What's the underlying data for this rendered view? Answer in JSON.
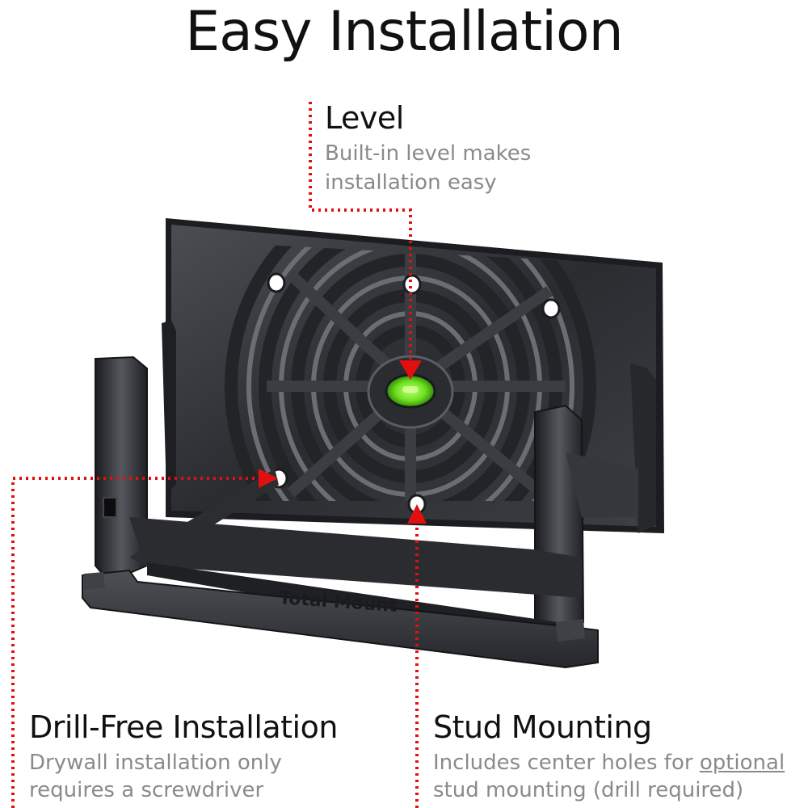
{
  "title": "Easy Installation",
  "callouts": {
    "level": {
      "title": "Level",
      "desc_line1": "Built-in level makes",
      "desc_line2": "installation easy"
    },
    "drill_free": {
      "title": "Drill-Free Installation",
      "desc_line1": "Drywall installation only",
      "desc_line2": "requires a screwdriver"
    },
    "stud": {
      "title": "Stud Mounting",
      "desc_line1_prefix": "Includes center holes for ",
      "desc_line1_underlined": "optional",
      "desc_line2": "stud mounting (drill required)"
    }
  },
  "product": {
    "brand_text": "Total Mount",
    "icons": [
      "wall-mount-bracket-icon",
      "bubble-level-icon",
      "screw-hole-icon"
    ]
  },
  "colors": {
    "accent_red": "#e01010",
    "level_green": "#6fe020",
    "bracket_dark": "#2e3034"
  }
}
